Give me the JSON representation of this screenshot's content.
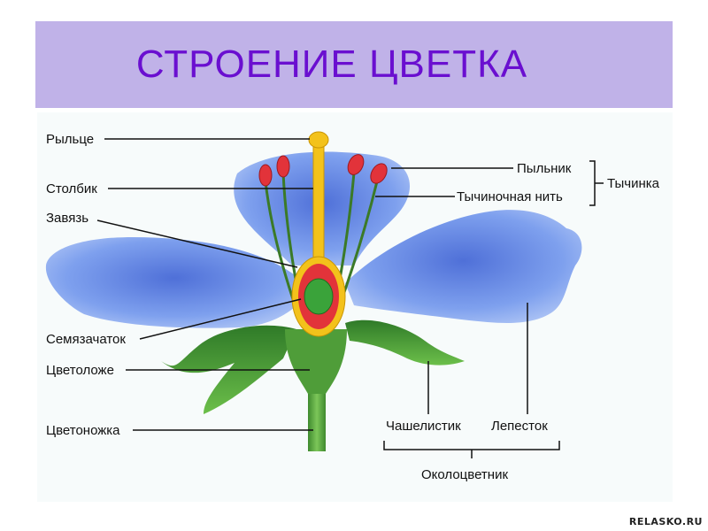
{
  "title": "СТРОЕНИЕ ЦВЕТКА",
  "labels": {
    "stigma": "Рыльце",
    "style": "Столбик",
    "ovary": "Завязь",
    "ovule": "Семязачаток",
    "receptacle": "Цветоложе",
    "pedicel": "Цветоножка",
    "anther": "Пыльник",
    "filament": "Тычиночная нить",
    "stamen": "Тычинка",
    "sepal": "Чашелистик",
    "petal": "Лепесток",
    "perianth": "Околоцветник"
  },
  "watermark": "RELASKO.RU",
  "colors": {
    "title_bg": "#c0b2e8",
    "title_text": "#6a0fd0",
    "petal": "#7393e6",
    "sepal": "#4e9a3a",
    "pistil": "#f3c21b",
    "anther": "#e2333a",
    "ovule": "#3aa33a"
  }
}
